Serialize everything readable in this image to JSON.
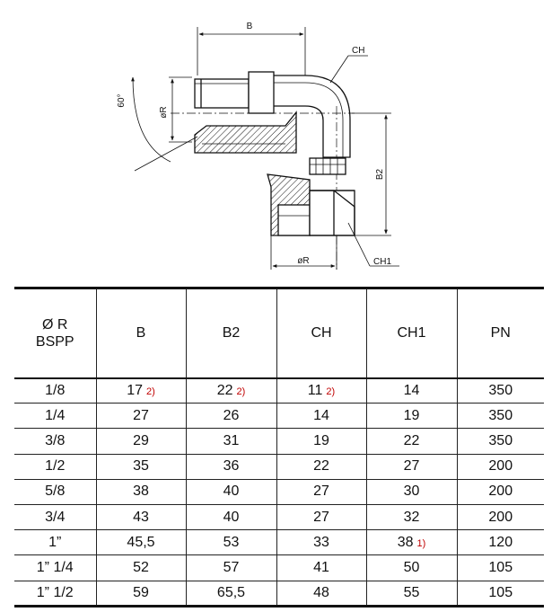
{
  "drawing": {
    "labels": {
      "b": "B",
      "ch": "CH",
      "angle": "60°",
      "r_left": "øR",
      "b2": "B2",
      "r_bottom": "øR",
      "ch1": "CH1"
    },
    "colors": {
      "line": "#111111",
      "note": "#c00000"
    }
  },
  "table": {
    "headers": {
      "r_line1": "Ø R",
      "r_line2": "BSPP",
      "b": "B",
      "b2": "B2",
      "ch": "CH",
      "ch1": "CH1",
      "pn": "PN"
    },
    "rows": [
      {
        "r": "1/8",
        "b": "17",
        "b_note": "2)",
        "b2": "22",
        "b2_note": "2)",
        "ch": "11",
        "ch_note": "2)",
        "ch1": "14",
        "ch1_note": "",
        "pn": "350"
      },
      {
        "r": "1/4",
        "b": "27",
        "b_note": "",
        "b2": "26",
        "b2_note": "",
        "ch": "14",
        "ch_note": "",
        "ch1": "19",
        "ch1_note": "",
        "pn": "350"
      },
      {
        "r": "3/8",
        "b": "29",
        "b_note": "",
        "b2": "31",
        "b2_note": "",
        "ch": "19",
        "ch_note": "",
        "ch1": "22",
        "ch1_note": "",
        "pn": "350"
      },
      {
        "r": "1/2",
        "b": "35",
        "b_note": "",
        "b2": "36",
        "b2_note": "",
        "ch": "22",
        "ch_note": "",
        "ch1": "27",
        "ch1_note": "",
        "pn": "200"
      },
      {
        "r": "5/8",
        "b": "38",
        "b_note": "",
        "b2": "40",
        "b2_note": "",
        "ch": "27",
        "ch_note": "",
        "ch1": "30",
        "ch1_note": "",
        "pn": "200"
      },
      {
        "r": "3/4",
        "b": "43",
        "b_note": "",
        "b2": "40",
        "b2_note": "",
        "ch": "27",
        "ch_note": "",
        "ch1": "32",
        "ch1_note": "",
        "pn": "200"
      },
      {
        "r": "1”",
        "b": "45,5",
        "b_note": "",
        "b2": "53",
        "b2_note": "",
        "ch": "33",
        "ch_note": "",
        "ch1": "38",
        "ch1_note": "1)",
        "pn": "120"
      },
      {
        "r": "1” 1/4",
        "b": "52",
        "b_note": "",
        "b2": "57",
        "b2_note": "",
        "ch": "41",
        "ch_note": "",
        "ch1": "50",
        "ch1_note": "",
        "pn": "105"
      },
      {
        "r": "1” 1/2",
        "b": "59",
        "b_note": "",
        "b2": "65,5",
        "b2_note": "",
        "ch": "48",
        "ch_note": "",
        "ch1": "55",
        "ch1_note": "",
        "pn": "105"
      }
    ]
  }
}
